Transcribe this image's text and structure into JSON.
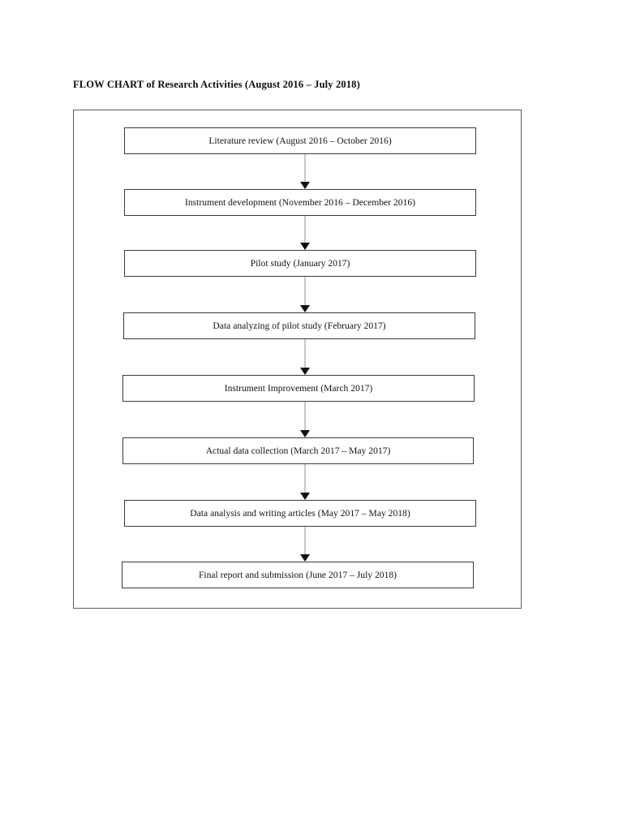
{
  "document": {
    "title": "FLOW CHART of Research Activities (August 2016 – July 2018)"
  },
  "chart_data": {
    "type": "diagram",
    "diagram_type": "flowchart",
    "orientation": "top-to-bottom",
    "title": "FLOW CHART of Research Activities (August 2016 – July 2018)",
    "node_shape": "rectangle",
    "connector_style": "vertical-line-with-solid-arrowhead",
    "nodes": [
      {
        "id": "step-1",
        "order": 1,
        "activity": "Literature review",
        "period": "August 2016 – October 2016",
        "label": "Literature review (August 2016 – October 2016)"
      },
      {
        "id": "step-2",
        "order": 2,
        "activity": "Instrument development",
        "period": "November 2016 – December 2016",
        "label": "Instrument development (November 2016 – December 2016)"
      },
      {
        "id": "step-3",
        "order": 3,
        "activity": "Pilot study",
        "period": "January 2017",
        "label": "Pilot study (January 2017)"
      },
      {
        "id": "step-4",
        "order": 4,
        "activity": "Data analyzing of pilot study",
        "period": "February 2017",
        "label": "Data analyzing of pilot study (February 2017)"
      },
      {
        "id": "step-5",
        "order": 5,
        "activity": "Instrument Improvement",
        "period": "March 2017",
        "label": "Instrument Improvement (March 2017)"
      },
      {
        "id": "step-6",
        "order": 6,
        "activity": "Actual data collection",
        "period": "March 2017 – May 2017",
        "label": "Actual data collection (March 2017 – May 2017)"
      },
      {
        "id": "step-7",
        "order": 7,
        "activity": "Data analysis and writing articles",
        "period": "May 2017 – May 2018",
        "label": "Data analysis and writing articles (May 2017 – May 2018)"
      },
      {
        "id": "step-8",
        "order": 8,
        "activity": "Final report and submission",
        "period": "June 2017 – July 2018",
        "label": "Final report and submission (June 2017 – July 2018)"
      }
    ],
    "edges": [
      {
        "from": "step-1",
        "to": "step-2"
      },
      {
        "from": "step-2",
        "to": "step-3"
      },
      {
        "from": "step-3",
        "to": "step-4"
      },
      {
        "from": "step-4",
        "to": "step-5"
      },
      {
        "from": "step-5",
        "to": "step-6"
      },
      {
        "from": "step-6",
        "to": "step-7"
      },
      {
        "from": "step-7",
        "to": "step-8"
      }
    ]
  },
  "colors": {
    "page_background": "#ffffff",
    "frame_border": "#5d5d5d",
    "node_border": "#3a3a3a",
    "connector_stem": "#c9c9c9",
    "arrowhead": "#111111",
    "text": "#131313"
  }
}
